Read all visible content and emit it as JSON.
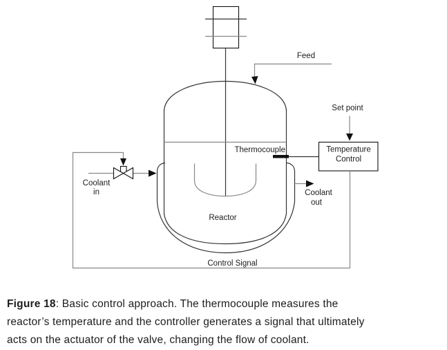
{
  "diagram": {
    "labels": {
      "feed": "Feed",
      "set_point": "Set point",
      "controller_line1": "Temperature",
      "controller_line2": "Control",
      "thermocouple": "Thermocouple",
      "coolant_in_line1": "Coolant",
      "coolant_in_line2": "in",
      "coolant_out_line1": "Coolant",
      "coolant_out_line2": "out",
      "reactor": "Reactor",
      "control_signal": "Control Signal"
    },
    "colors": {
      "line_dark": "#333333",
      "line_gray": "#878787",
      "solid_dark": "#111111",
      "text": "#1c1c1c"
    }
  },
  "caption": {
    "figure_label": "Figure 18",
    "line1_rest": ":  Basic control approach. The thermocouple measures the",
    "line2": "reactor’s temperature and the controller generates a signal that ultimately",
    "line3": "acts on the actuator of the valve, changing the flow of coolant."
  }
}
